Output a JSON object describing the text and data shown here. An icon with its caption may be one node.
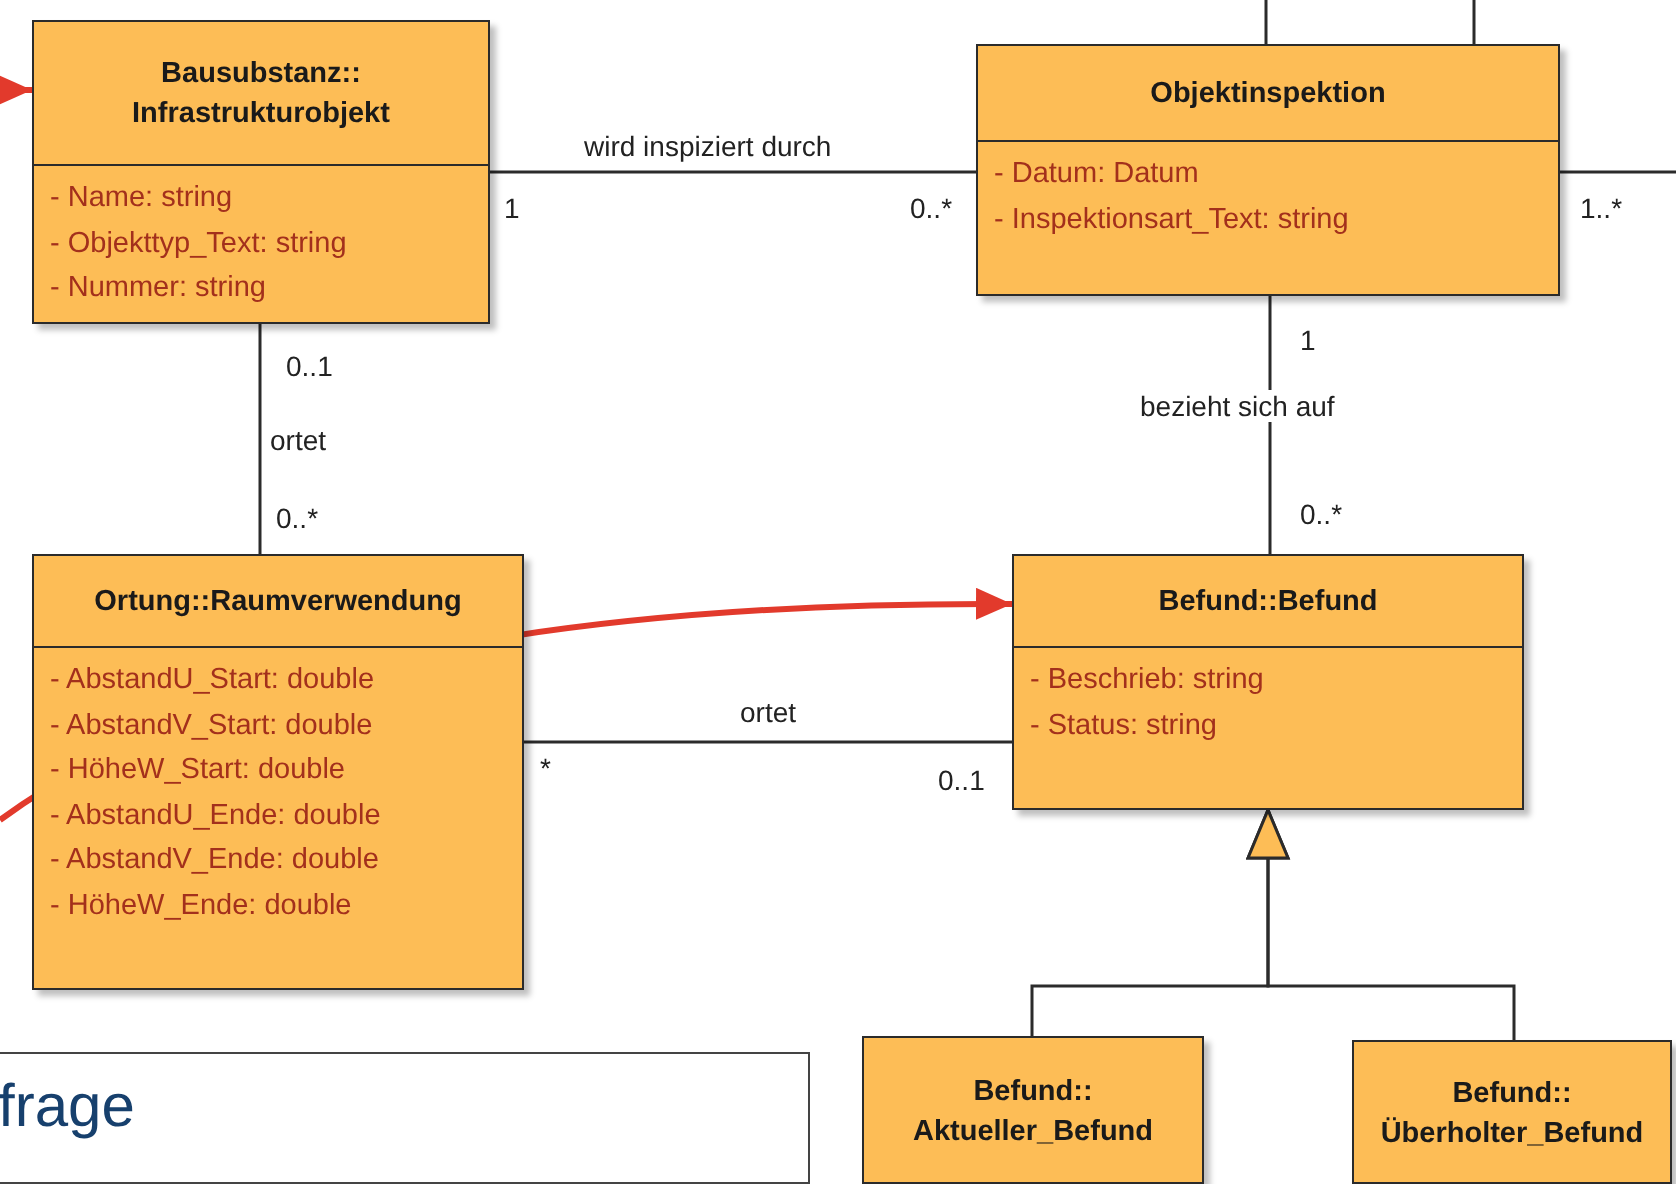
{
  "diagram": {
    "nodes": [
      {
        "text": [
          "Bausubstanz:: Infrastrukturobjekt",
          "- Name: string",
          "- Objekttyp_Text: string",
          "- Nummer: string"
        ]
      },
      {
        "text": [
          "Objektinspektion",
          "- Datum: Datum",
          "- Inspektionsart_Text: string"
        ]
      },
      {
        "text": [
          "Ortung::Raumverwendung",
          "- AbstandU_Start: double",
          "- AbstandV_Start: double",
          "- HöheW_Start: double",
          "- AbstandU_Ende: double",
          "- AbstandV_Ende: double",
          "- HöheW_Ende: double"
        ]
      },
      {
        "text": [
          "Befund::Befund",
          "- Beschrieb: string",
          "- Status: string"
        ]
      },
      {
        "text": [
          "Befund:: Aktueller_Befund"
        ]
      },
      {
        "text": [
          "Befund:: Überholter_Befund"
        ]
      },
      {
        "text": [
          "frage"
        ]
      }
    ],
    "edges": [
      {
        "from": 0,
        "to": 1,
        "arrow": "none",
        "label": "wird inspiziert durch"
      },
      {
        "from": 0,
        "to": 2,
        "arrow": "none",
        "label": "ortet"
      },
      {
        "from": 1,
        "to": 3,
        "arrow": "none",
        "label": "bezieht sich auf"
      },
      {
        "from": 2,
        "to": 3,
        "arrow": "none",
        "label": "ortet"
      },
      {
        "from": 4,
        "to": 3,
        "arrow": "to"
      },
      {
        "from": 5,
        "to": 3,
        "arrow": "to"
      },
      {
        "from": null,
        "to": 1,
        "arrow": "none"
      },
      {
        "from": null,
        "to": 1,
        "arrow": "none"
      },
      {
        "from": 1,
        "to": null,
        "arrow": "none"
      },
      {
        "from": null,
        "to": 0,
        "arrow": "to",
        "style": "thick",
        "color": "#e23a2c"
      },
      {
        "from": null,
        "to": 3,
        "arrow": "to",
        "style": "thick",
        "color": "#e23a2c"
      }
    ],
    "labels": [
      "1",
      "0..*",
      "1..*",
      "1",
      "0..1",
      "0..*",
      "0..*",
      "*",
      "0..1"
    ]
  }
}
